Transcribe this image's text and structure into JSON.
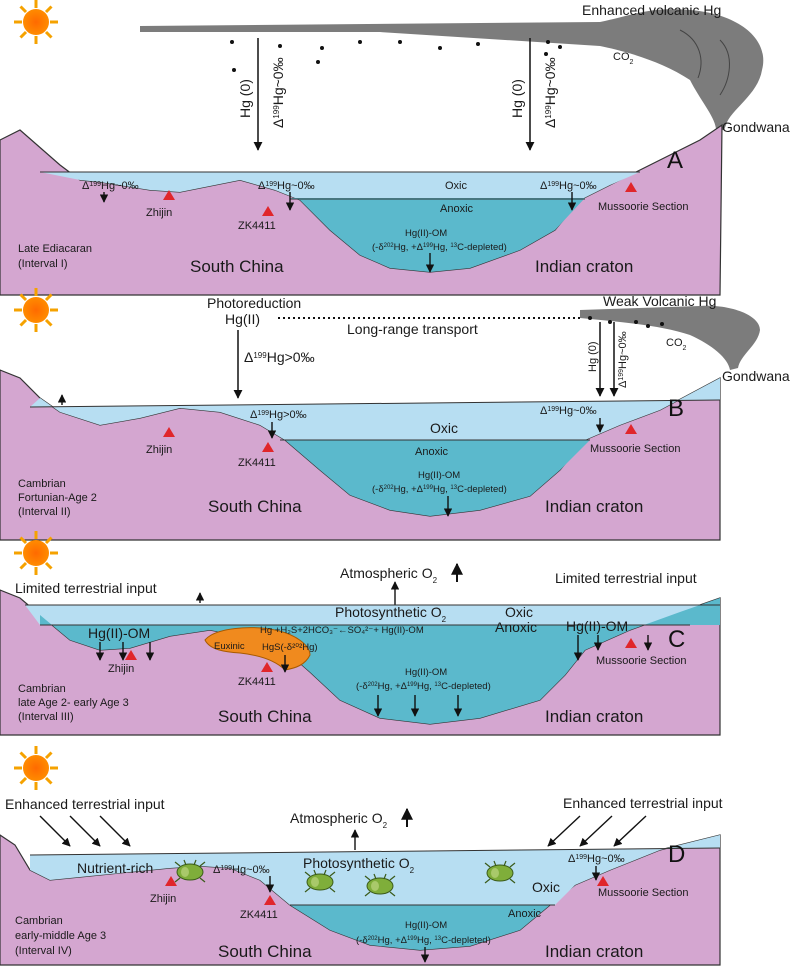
{
  "common": {
    "hg0": "Hg (0)",
    "hg_zero": "Hg~0‰",
    "hg_positive": "Hg>0‰",
    "co2": "CO",
    "oxic": "Oxic",
    "anoxic": "Anoxic",
    "zhijin": "Zhijin",
    "zk4411": "ZK4411",
    "mussoorie": "Mussoorie Section",
    "hg_om": "Hg(II)-OM",
    "south_china": "South China",
    "indian_craton": "Indian craton",
    "atmospheric_o2": "Atmospheric O",
    "photosynthetic_o2": "Photosynthetic O"
  },
  "panels": [
    {
      "letter": "A",
      "volcano_label": "Enhanced volcanic Hg",
      "gondwana": "Gondwana",
      "interval_line1": "Late Ediacaran",
      "interval_line2": "(Interval I)"
    },
    {
      "letter": "B",
      "volcano_label": "Weak Volcanic Hg",
      "gondwana": "Gondwana",
      "photoreduction": "Photoreduction",
      "hgii": "Hg(II)",
      "long_range": "Long-range transport",
      "interval_line1": "Cambrian",
      "interval_line2": "Fortunian-Age 2",
      "interval_line3": "(Interval II)"
    },
    {
      "letter": "C",
      "terrestrial_left": "Limited terrestrial input",
      "terrestrial_right": "Limited terrestrial input",
      "reaction": "Hg +H₂S+2HCO₃⁻←SO₄²⁻+ Hg(II)-OM",
      "euxinic": "Euxinic",
      "hgs": "HgS(-δ²⁰²Hg)",
      "interval_line1": "Cambrian",
      "interval_line2": "late Age 2- early Age 3",
      "interval_line3": "(Interval III)"
    },
    {
      "letter": "D",
      "terrestrial_left": "Enhanced terrestrial input",
      "terrestrial_right": "Enhanced terrestrial input",
      "nutrient_rich": "Nutrient-rich",
      "interval_line1": "Cambrian",
      "interval_line2": "early-middle  Age 3",
      "interval_line3": "(Interval IV)"
    }
  ]
}
